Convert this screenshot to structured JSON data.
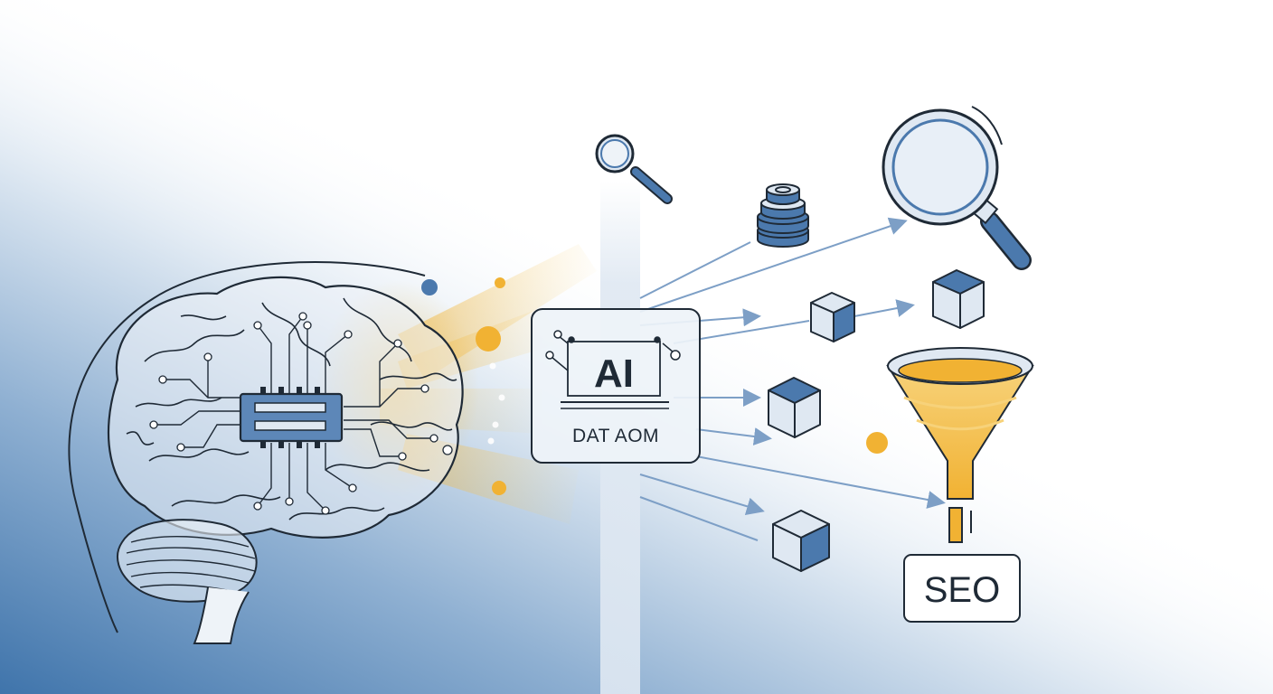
{
  "ai_panel": {
    "title": "AI",
    "subtitle": "DAT AOM"
  },
  "seo_box": {
    "label": "SEO"
  },
  "colors": {
    "outline": "#1f2a36",
    "blue": "#4b79ad",
    "blue_light": "#dfe8f2",
    "orange": "#f1b233",
    "orange_light": "#f7d27a",
    "arrow": "#7d9fc6"
  },
  "icons": [
    "brain-icon",
    "chip-icon",
    "magnifier-icon",
    "database-icon",
    "cube-icon",
    "funnel-icon"
  ]
}
